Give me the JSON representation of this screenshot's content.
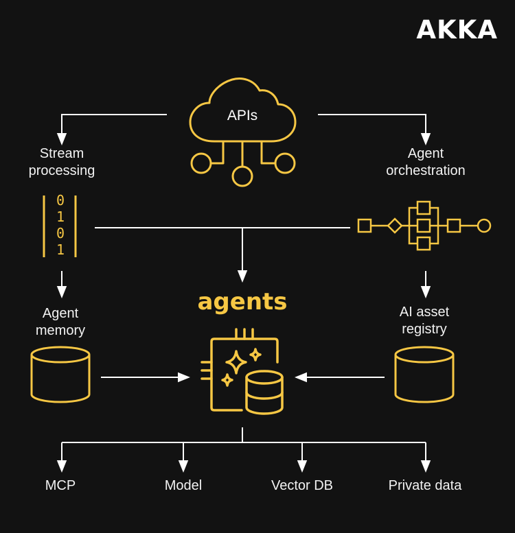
{
  "brand": {
    "logo": "AKKA",
    "accent_color": "#F6C744",
    "line_color": "#FFFFFF",
    "background": "#121212"
  },
  "center": {
    "title": "agents",
    "icon": "chip-sparkles-database-icon"
  },
  "source": {
    "label": "APIs",
    "icon": "cloud-network-icon"
  },
  "nodes": {
    "stream_processing": {
      "label_line1": "Stream",
      "label_line2": "processing",
      "icon": "binary-stream-icon",
      "bits": [
        "0",
        "1",
        "0",
        "1"
      ]
    },
    "agent_orchestration": {
      "label_line1": "Agent",
      "label_line2": "orchestration",
      "icon": "workflow-icon"
    },
    "agent_memory": {
      "label_line1": "Agent",
      "label_line2": "memory",
      "icon": "database-cylinder-icon"
    },
    "ai_asset_registry": {
      "label_line1": "AI asset",
      "label_line2": "registry",
      "icon": "database-cylinder-icon"
    }
  },
  "outputs": [
    "MCP",
    "Model",
    "Vector DB",
    "Private data"
  ]
}
